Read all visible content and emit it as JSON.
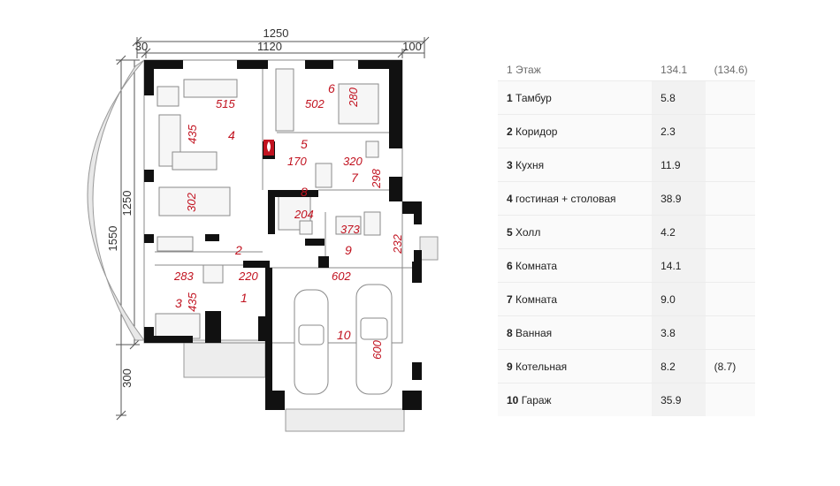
{
  "dimensions": {
    "top_total": "1250",
    "top_left": "30",
    "top_middle": "1120",
    "top_right": "100",
    "left_outer": "1550",
    "left_inner": "1250",
    "left_bottom": "300"
  },
  "rooms": [
    {
      "num": "1"
    },
    {
      "num": "2"
    },
    {
      "num": "3"
    },
    {
      "num": "4"
    },
    {
      "num": "5"
    },
    {
      "num": "6"
    },
    {
      "num": "7"
    },
    {
      "num": "8"
    },
    {
      "num": "9"
    },
    {
      "num": "10"
    }
  ],
  "room_dims": [
    "515",
    "435",
    "502",
    "280",
    "170",
    "320",
    "298",
    "302",
    "204",
    "373",
    "232",
    "283",
    "435",
    "220",
    "602",
    "600"
  ],
  "table": {
    "header": {
      "number": "1",
      "title": "Этаж",
      "area": "134.1",
      "alt": "(134.6)"
    },
    "rows": [
      {
        "number": "1",
        "name": "Тамбур",
        "area": "5.8",
        "alt": ""
      },
      {
        "number": "2",
        "name": "Коридор",
        "area": "2.3",
        "alt": ""
      },
      {
        "number": "3",
        "name": "Кухня",
        "area": "11.9",
        "alt": ""
      },
      {
        "number": "4",
        "name": "гостиная + столовая",
        "area": "38.9",
        "alt": ""
      },
      {
        "number": "5",
        "name": "Холл",
        "area": "4.2",
        "alt": ""
      },
      {
        "number": "6",
        "name": "Комната",
        "area": "14.1",
        "alt": ""
      },
      {
        "number": "7",
        "name": "Комната",
        "area": "9.0",
        "alt": ""
      },
      {
        "number": "8",
        "name": "Ванная",
        "area": "3.8",
        "alt": ""
      },
      {
        "number": "9",
        "name": "Котельная",
        "area": "8.2",
        "alt": "(8.7)"
      },
      {
        "number": "10",
        "name": "Гараж",
        "area": "35.9",
        "alt": ""
      }
    ]
  }
}
